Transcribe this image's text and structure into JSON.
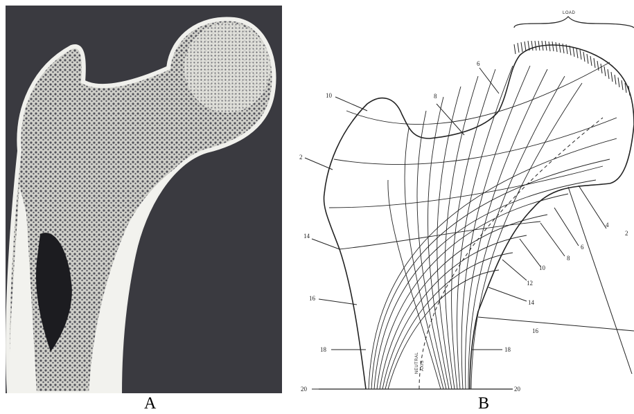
{
  "panels": [
    {
      "letter": "A"
    },
    {
      "letter": "B"
    }
  ],
  "diagram": {
    "load_label": "LOAD",
    "neutral_axis_label_line1": "NEUTRAL",
    "neutral_axis_label_line2": "AXIS",
    "left_labels": [
      "10",
      "2",
      "14",
      "16",
      "18",
      "20"
    ],
    "top_labels": [
      "8",
      "6"
    ],
    "right_labels": [
      "2",
      "4",
      "6",
      "8",
      "10",
      "12",
      "14",
      "16",
      "18",
      "20"
    ]
  },
  "colors": {
    "photo_background": "#3a3a40",
    "bone_cortex": "#f2f2ee",
    "trabecular": "#d8d8d2",
    "line": "#222222"
  }
}
